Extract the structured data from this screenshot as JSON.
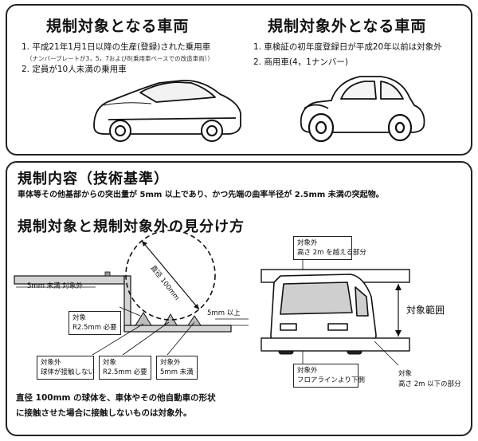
{
  "regulated": {
    "title": "規制対象となる車両",
    "items": [
      {
        "num": "1.",
        "text": "平成21年1月1日以降の生産(登録)された乗用車"
      },
      {
        "num": "2.",
        "text": "定員が10人未満の乗用車"
      }
    ],
    "item1_note": "（ナンバープレートが3，5，7および8(乗用車ベースでの改造車両））"
  },
  "exempt": {
    "title": "規制対象外となる車両",
    "items": [
      {
        "num": "1.",
        "text": "車検証の初年度登録日が平成20年以前は対象外"
      },
      {
        "num": "2.",
        "text": "商用車(4，1ナンバー)"
      }
    ]
  },
  "regulation": {
    "title": "規制内容（技術基準）",
    "description": "車体等その他基部からの突出量が 5mm 以上であり、かつ先端の曲率半径が 2.5mm 未満の突起物。"
  },
  "distinction": {
    "title": "規制対象と規制対象外の見分け方",
    "sphere_label": "直径 100mm",
    "protrusion_label": "5mm 未満 対象外",
    "right_dim_label": "5mm 以上",
    "tag_r25_required": {
      "line1": "対象",
      "line2": "R2.5mm 必要"
    },
    "tag_sphere_no_contact": {
      "line1": "対象外",
      "line2": "球体が接触しない"
    },
    "tag_r25_insufficient": {
      "line1": "対象",
      "line2": "R2.5mm 必要"
    },
    "tag_under5": {
      "line1": "対象外",
      "line2": "5mm 未満"
    },
    "footnote_line1": "直径 100mm の球体を、車体やその他自動車の形状",
    "footnote_line2": "に接触させた場合に接触しないものは対象外。"
  },
  "van_diagram": {
    "top_tag": {
      "line1": "対象外",
      "line2": "高さ 2m を越える部分"
    },
    "range_label": "対象範囲",
    "bottom_tag": {
      "line1": "対象外",
      "line2": "フロアラインより下側"
    },
    "bottom_right_line1": "対象",
    "bottom_right_line2": "高さ 2m 以下の部分"
  }
}
